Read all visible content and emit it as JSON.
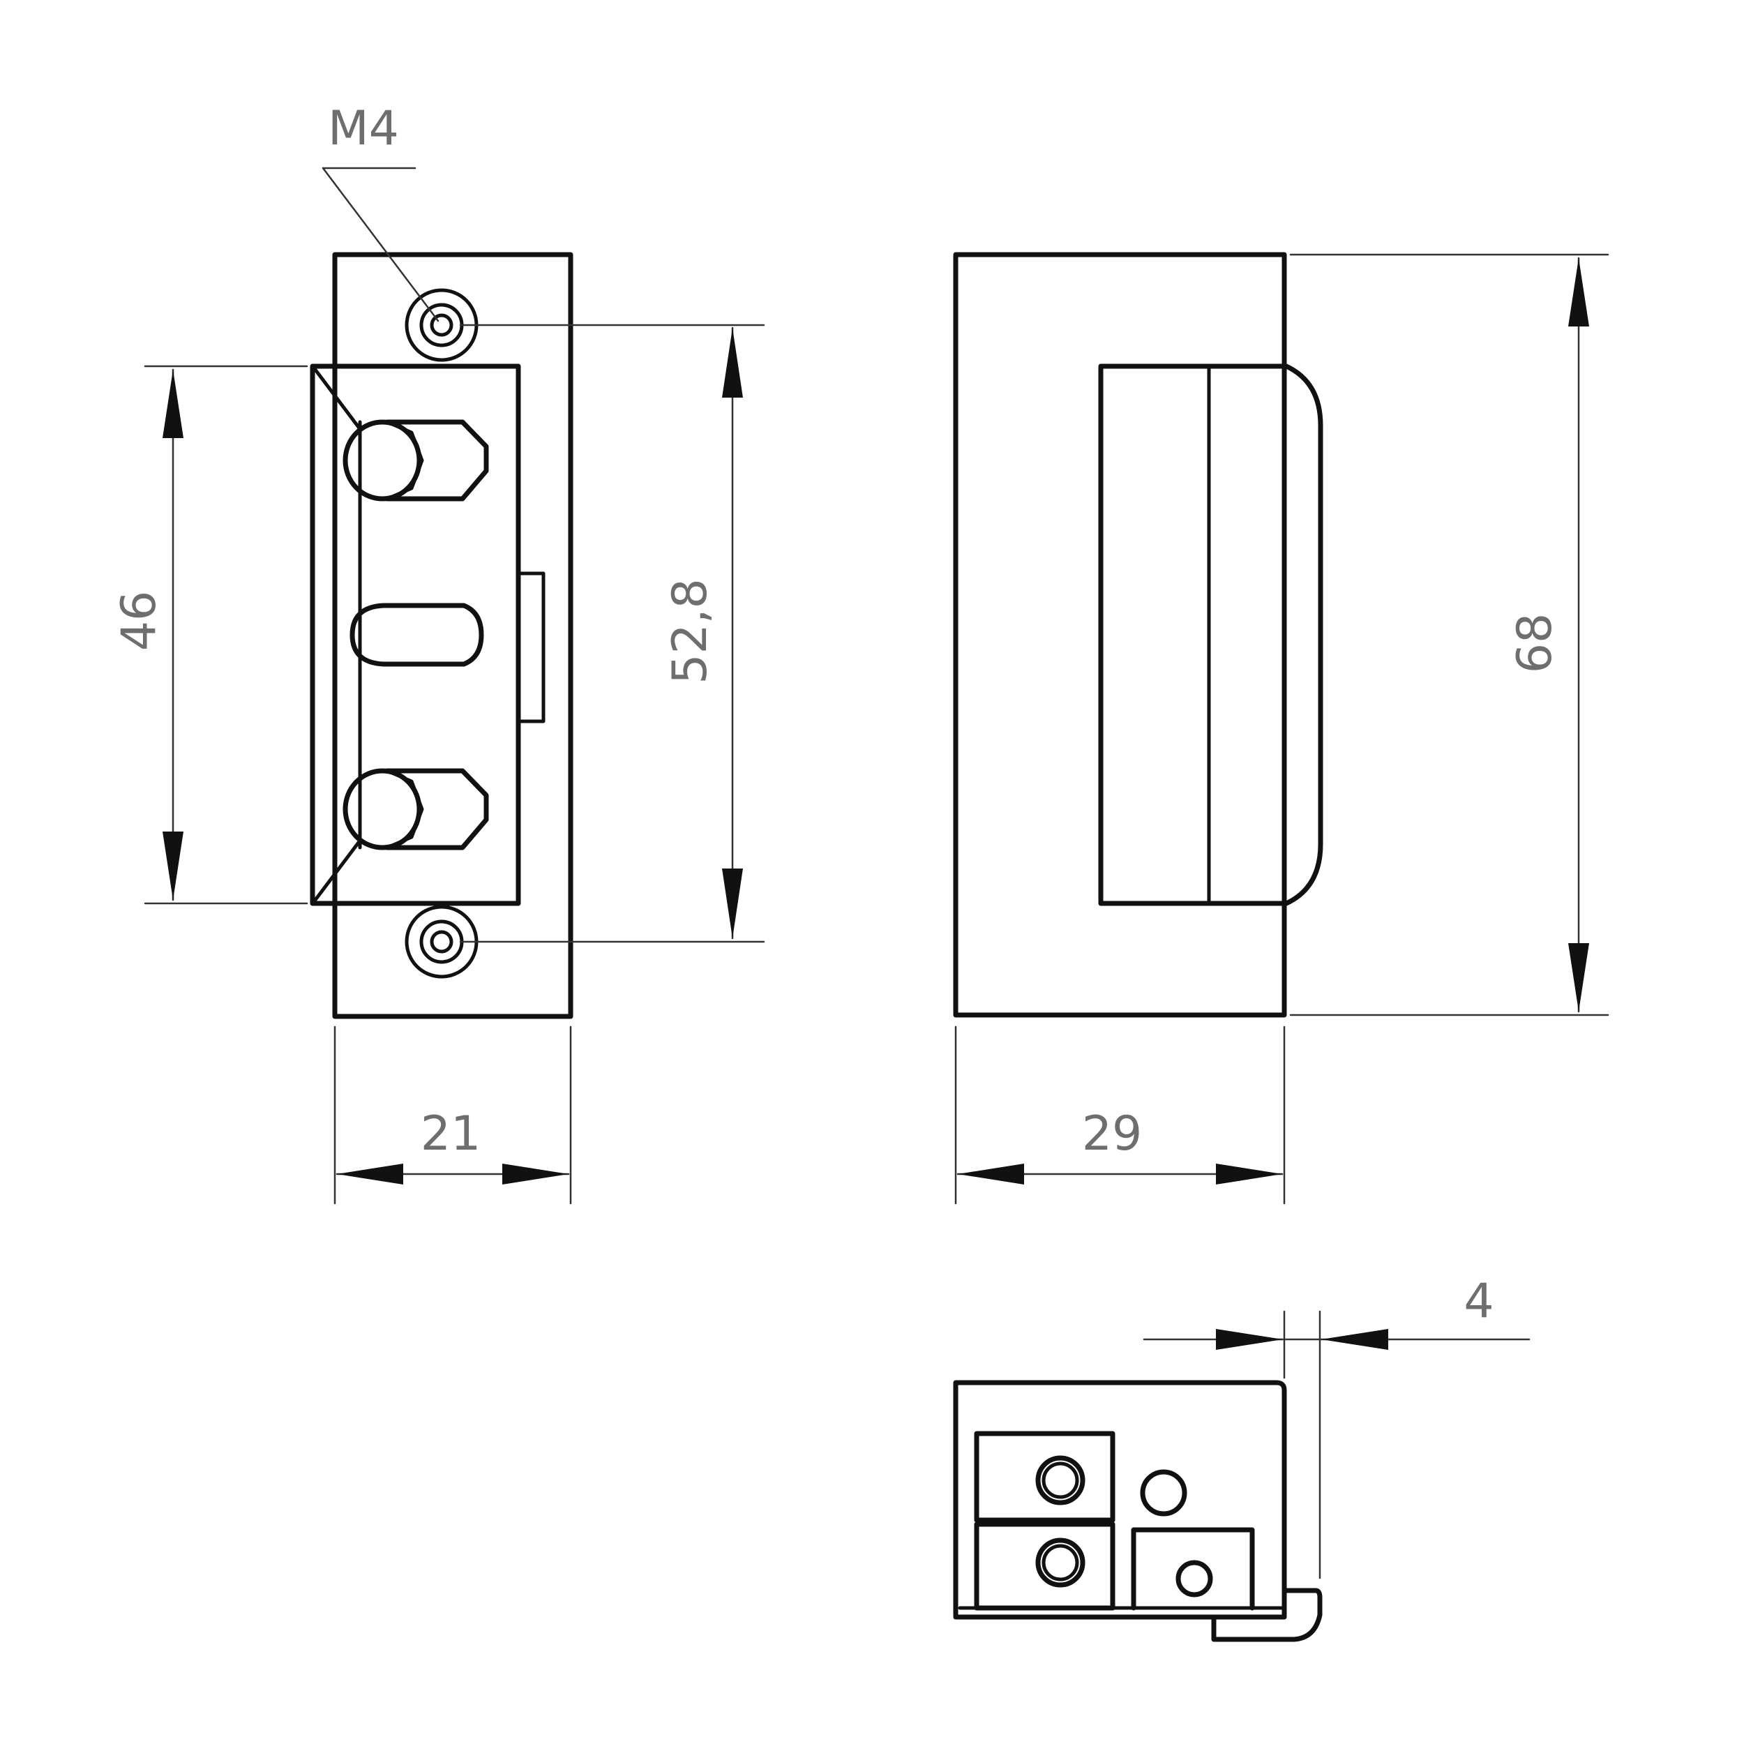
{
  "labels": {
    "thread": "M4",
    "height_inner": "46",
    "screw_spacing": "52,8",
    "height_total": "68",
    "width_front": "21",
    "width_side": "29",
    "offset": "4"
  },
  "colors": {
    "line": "#111111",
    "dimension_text": "#6e6e6e",
    "background": "#ffffff"
  }
}
